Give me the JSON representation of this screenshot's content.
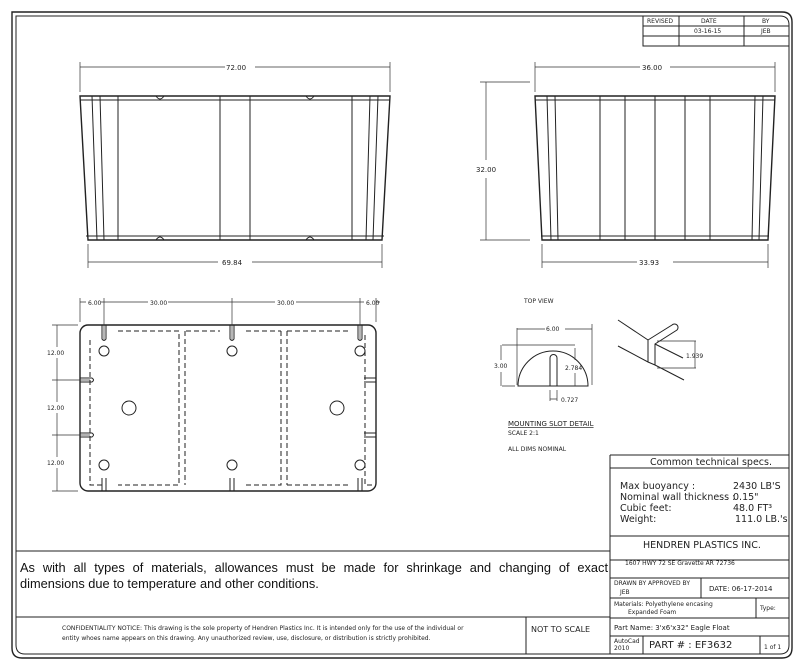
{
  "revision_table": {
    "headers": [
      "REVISED",
      "DATE",
      "BY"
    ],
    "rows": [
      [
        "",
        "03-16-15",
        "JEB"
      ],
      [
        "",
        "",
        ""
      ]
    ]
  },
  "front_view": {
    "top_width": "72.00",
    "bottom_width": "69.84"
  },
  "side_view": {
    "top_width": "36.00",
    "bottom_width": "33.93",
    "height": "32.00"
  },
  "plan_view": {
    "top_dims": [
      "6.00",
      "30.00",
      "30.00",
      "6.00"
    ],
    "side_dims": [
      "12.00",
      "12.00",
      "12.00"
    ]
  },
  "slot_detail": {
    "view_label": "TOP VIEW",
    "width": "6.00",
    "height": "3.00",
    "slot_depth": "2.784",
    "slot_width": "0.727",
    "iso_dim": "1.939",
    "title": "MOUNTING SLOT DETAIL",
    "scale": "SCALE 2:1",
    "note": "ALL DIMS NOMINAL"
  },
  "note": "As with all types of materials, allowances must be made for shrinkage and changing of exact dimensions due to temperature and other conditions.",
  "confidentiality": {
    "line1": "CONFIDENTIALITY NOTICE: This drawing is the sole property of Hendren Plastics Inc. It is intended only for the use of the individual or",
    "line2": "entity whoes name appears on this drawing. Any unauthorized review, use, disclosure, or distribution is strictly prohibited."
  },
  "scale_note": "NOT TO SCALE",
  "title_block": {
    "specs_title": "Common technical specs.",
    "specs": [
      {
        "label": "Max buoyancy :",
        "value": "2430 LB'S"
      },
      {
        "label": "Nominal wall thickness :",
        "value": "0.15\""
      },
      {
        "label": "Cubic feet:",
        "value": "48.0 FT³"
      },
      {
        "label": "Weight:",
        "value": "111.0 LB.'s"
      }
    ],
    "company": "HENDREN PLASTICS INC.",
    "address": "1607 HWY 72 SE    Gravette AR 72736",
    "drawn_by_label": "DRAWN BY  APPROVED BY",
    "drawn_by": "JEB",
    "date": "DATE:  06-17-2014",
    "materials_line1": "Materials: Polyethylene encasing",
    "materials_line2": "Expanded Foam",
    "type_label": "Type:",
    "part_name": "Part Name: 3'x6'x32\" Eagle Float",
    "software_line1": "AutoCad",
    "software_line2": "2010",
    "part_number": "PART # : EF3632",
    "sheet": "1 of 1"
  }
}
